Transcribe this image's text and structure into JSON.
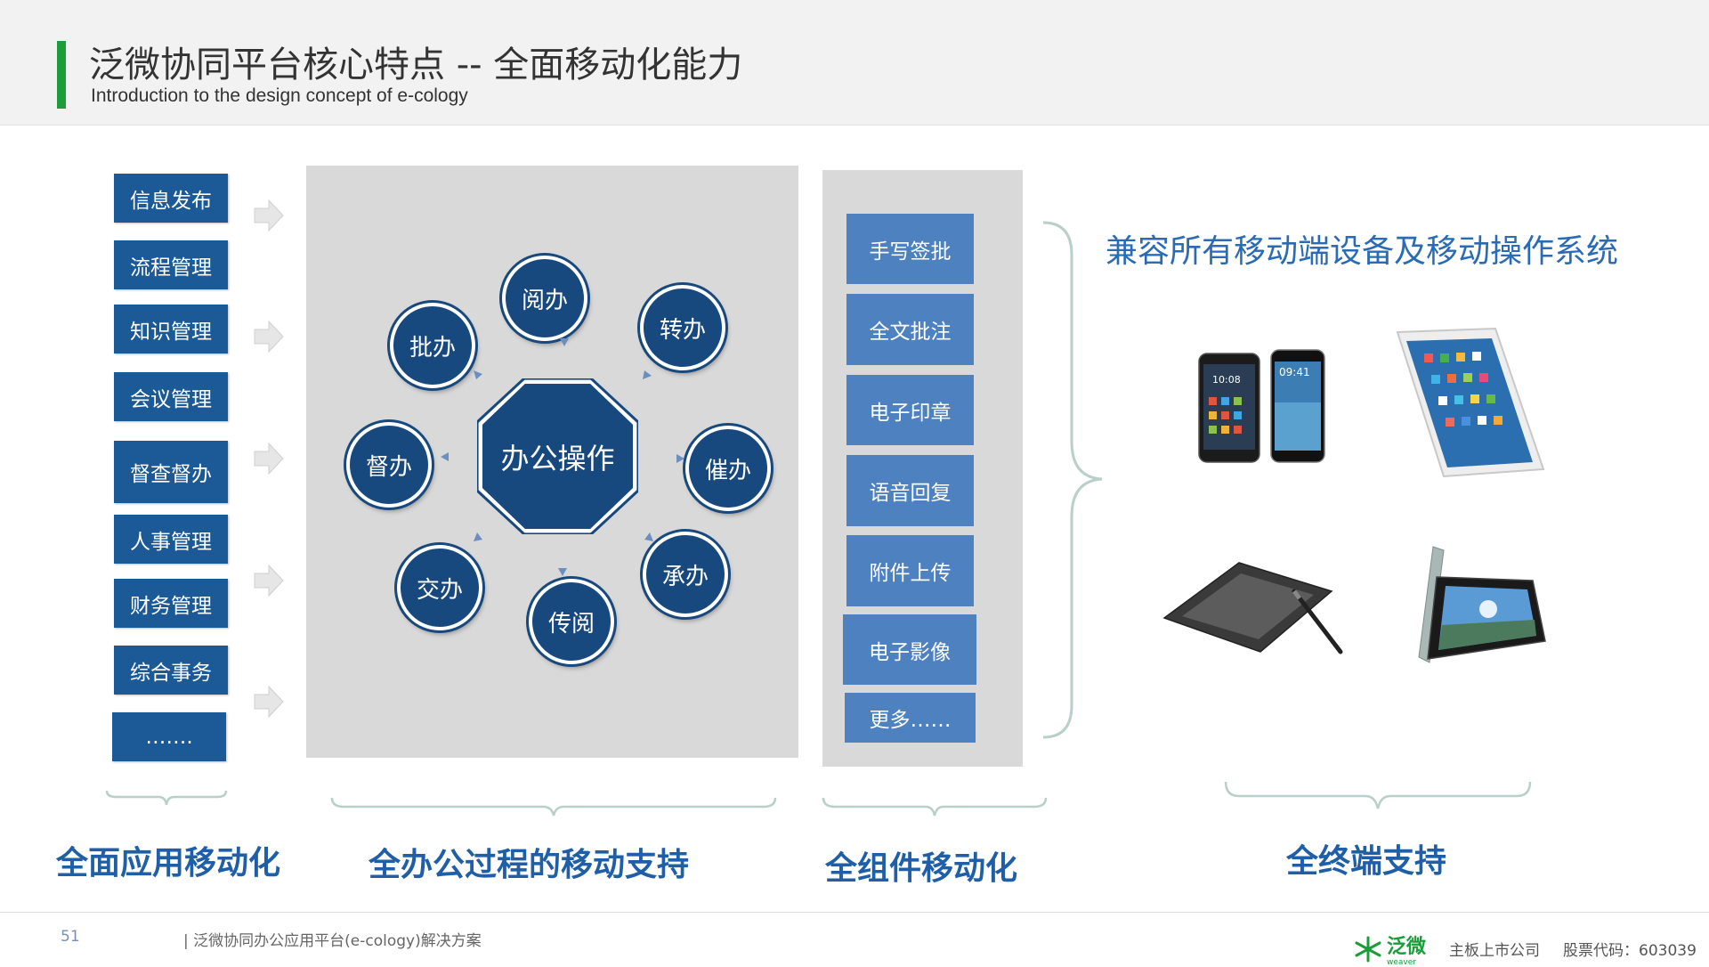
{
  "header": {
    "title": "泛微协同平台核心特点 -- 全面移动化能力",
    "subtitle": "Introduction to the design concept of e-cology"
  },
  "modules": [
    "信息发布",
    "流程管理",
    "知识管理",
    "会议管理",
    "督查督办",
    "人事管理",
    "财务管理",
    "综合事务",
    "……."
  ],
  "operations": {
    "center": "办公操作",
    "items": [
      "阅办",
      "转办",
      "催办",
      "承办",
      "传阅",
      "交办",
      "督办",
      "批办"
    ]
  },
  "components": [
    "手写签批",
    "全文批注",
    "电子印章",
    "语音回复",
    "附件上传",
    "电子影像",
    "更多……"
  ],
  "compatibility": "兼容所有移动端设备及移动操作系统",
  "labels": {
    "apps": "全面应用移动化",
    "process": "全办公过程的移动支持",
    "components": "全组件移动化",
    "terminals": "全终端支持"
  },
  "devices": {
    "phone_time_1": "10:08",
    "phone_time_2": "09:41"
  },
  "footer": {
    "page_number": "51",
    "doc_title": "| 泛微协同办公应用平台(e-cology)解决方案",
    "logo_text": "泛微",
    "logo_sub": "weaver",
    "listed": "主板上市公司",
    "stock": "股票代码：603039"
  },
  "colors": {
    "accent_green": "#1e9c3a",
    "module_blue": "#1b5a96",
    "circle_blue": "#17487e",
    "component_blue": "#4e81bf",
    "label_blue": "#1f5fa8"
  }
}
